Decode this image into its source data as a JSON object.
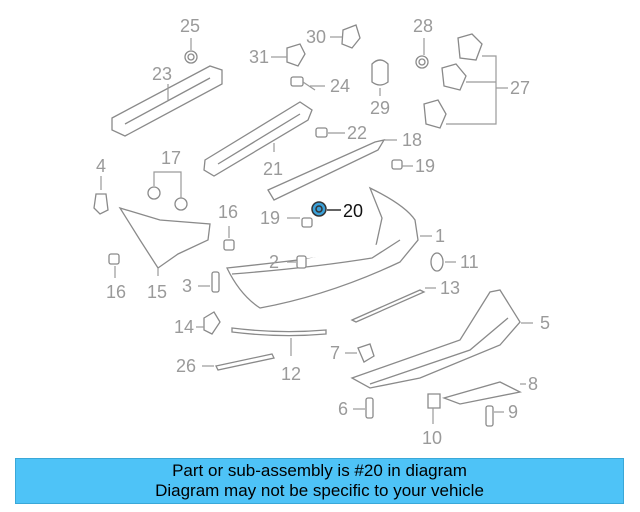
{
  "diagram": {
    "highlighted_part": "20",
    "labels": [
      "25",
      "23",
      "31",
      "30",
      "24",
      "28",
      "29",
      "27",
      "22",
      "18",
      "21",
      "4",
      "17",
      "19",
      "19",
      "20",
      "16",
      "1",
      "2",
      "11",
      "16",
      "15",
      "3",
      "13",
      "14",
      "26",
      "12",
      "7",
      "5",
      "6",
      "10",
      "8",
      "9"
    ],
    "colors": {
      "highlight": "#3aa0d8",
      "line": "#8a8a8a",
      "label": "#9a9a9a"
    }
  },
  "banner": {
    "line1": "Part or sub-assembly is #20 in diagram",
    "line2": "Diagram may not be specific to your vehicle",
    "color": "#4ec3f7"
  }
}
